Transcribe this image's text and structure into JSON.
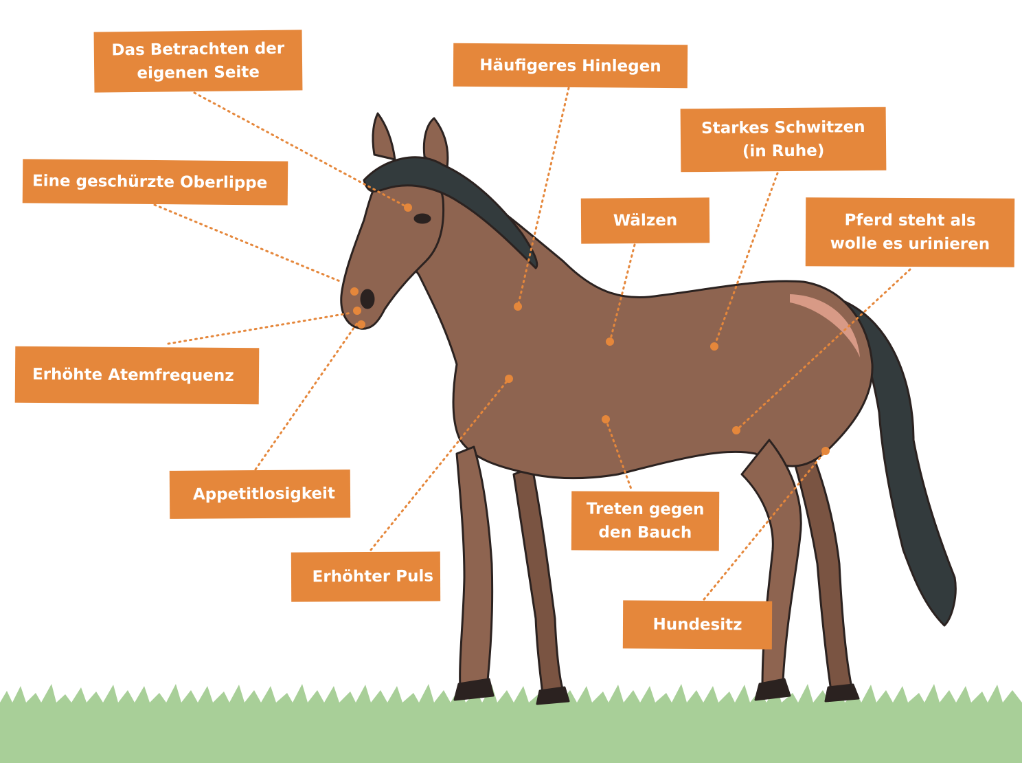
{
  "labels": {
    "betrachten": "Das Betrachten der\neigenen Seite",
    "hinlegen": "Häufigeres Hinlegen",
    "schwitzen": "Starkes Schwitzen\n(in Ruhe)",
    "oberlippe": "Eine geschürzte Oberlippe",
    "waelzen": "Wälzen",
    "urinieren": "Pferd steht als\nwolle es urinieren",
    "atem": "Erhöhte Atemfrequenz",
    "appetit": "Appetitlosigkeit",
    "treten": "Treten gegen\nden Bauch",
    "puls": "Erhöhter Puls",
    "hundesitz": "Hundesitz"
  },
  "colors": {
    "label_bg": "#e5873b",
    "label_text": "#ffffff",
    "horse_body": "#8e6450",
    "horse_outline": "#2b2220",
    "mane_tail": "#333b3d",
    "grass": "#a8cf98",
    "marker": "#e5873b"
  }
}
